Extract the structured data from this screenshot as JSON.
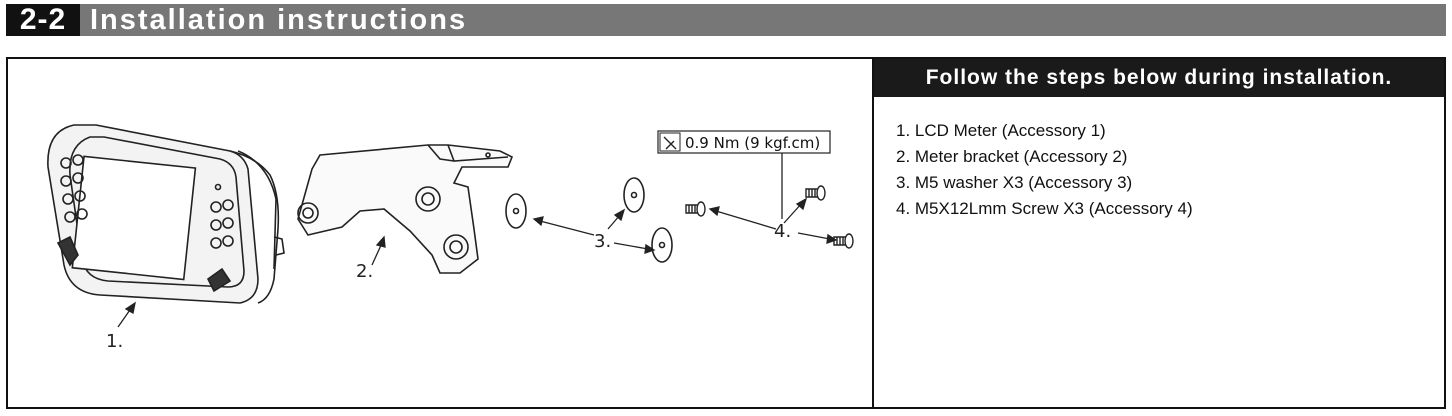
{
  "header": {
    "section_number": "2-2",
    "title": "Installation instructions"
  },
  "diagram": {
    "callouts": {
      "meter": "1.",
      "bracket": "2.",
      "washers": "3.",
      "screws": "4."
    },
    "torque_spec": "0.9 Nm (9 kgf.cm)"
  },
  "steps_panel": {
    "heading": "Follow the steps below during installation.",
    "steps": [
      "1. LCD Meter (Accessory 1)",
      "2. Meter bracket (Accessory 2)",
      "3. M5 washer X3 (Accessory 3)",
      "4. M5X12Lmm Screw X3 (Accessory 4)"
    ]
  }
}
